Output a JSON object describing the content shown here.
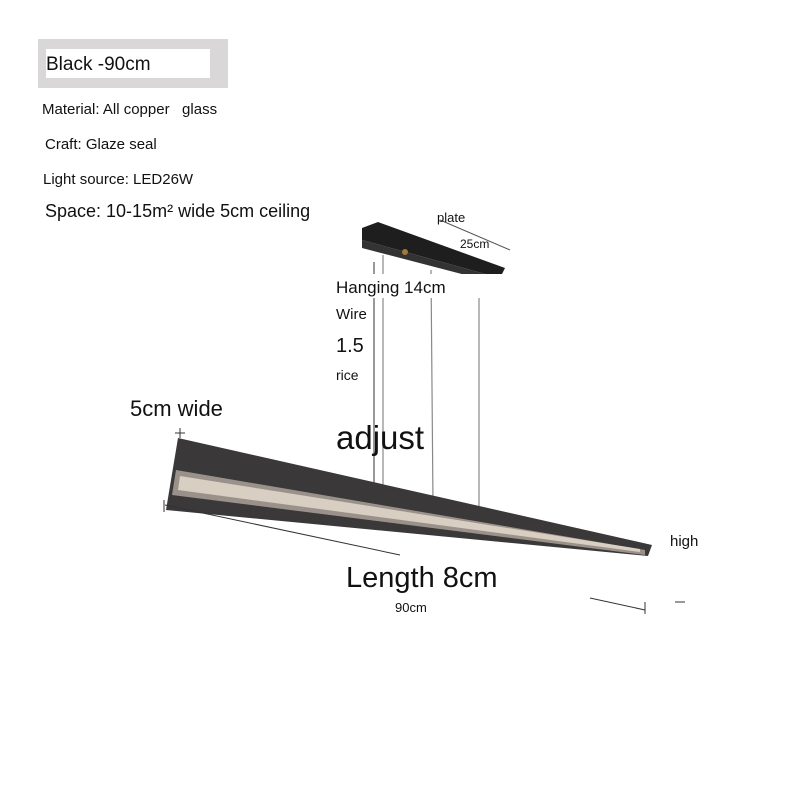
{
  "variant_label": "Black -90cm",
  "specs": {
    "material": "Material: All copper   glass",
    "craft": "Craft: Glaze seal",
    "light_source": "Light source: LED26W",
    "space": "Space: 10-15m² wide 5cm ceiling"
  },
  "annotations": {
    "plate": "plate",
    "plate_length": "25cm",
    "hanging": "Hanging 14cm",
    "wire": "Wire",
    "wire_value": "1.5",
    "rice": "rice",
    "width": "5cm wide",
    "adjust": "adjust",
    "high": "high",
    "length": "Length 8cm",
    "length_value": "90cm"
  },
  "colors": {
    "label_bg": "#d9d7d7",
    "fixture": "#2a2a2a",
    "glass": "#8a8580"
  }
}
